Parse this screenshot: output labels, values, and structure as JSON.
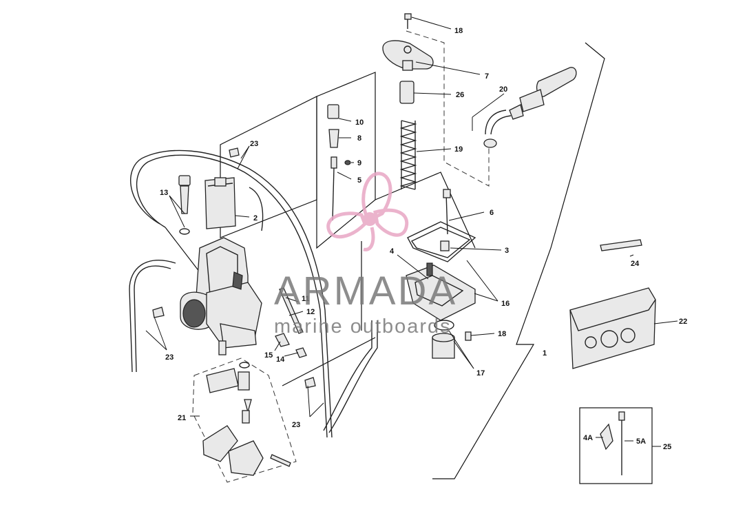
{
  "diagram": {
    "callouts": [
      {
        "id": "c18a",
        "text": "18"
      },
      {
        "id": "c7",
        "text": "7"
      },
      {
        "id": "c26",
        "text": "26"
      },
      {
        "id": "c20",
        "text": "20"
      },
      {
        "id": "c10",
        "text": "10"
      },
      {
        "id": "c8",
        "text": "8"
      },
      {
        "id": "c9",
        "text": "9"
      },
      {
        "id": "c5",
        "text": "5"
      },
      {
        "id": "c19",
        "text": "19"
      },
      {
        "id": "c23a",
        "text": "23"
      },
      {
        "id": "c13",
        "text": "13"
      },
      {
        "id": "c2",
        "text": "2"
      },
      {
        "id": "c6",
        "text": "6"
      },
      {
        "id": "c3",
        "text": "3"
      },
      {
        "id": "c4",
        "text": "4"
      },
      {
        "id": "c24",
        "text": "24"
      },
      {
        "id": "c16",
        "text": "16"
      },
      {
        "id": "c11",
        "text": "11"
      },
      {
        "id": "c12",
        "text": "12"
      },
      {
        "id": "c22",
        "text": "22"
      },
      {
        "id": "c18b",
        "text": "18"
      },
      {
        "id": "c15",
        "text": "15"
      },
      {
        "id": "c14",
        "text": "14"
      },
      {
        "id": "c1",
        "text": "1"
      },
      {
        "id": "c17",
        "text": "17"
      },
      {
        "id": "c23b",
        "text": "23"
      },
      {
        "id": "c21",
        "text": "21"
      },
      {
        "id": "c23c",
        "text": "23"
      },
      {
        "id": "c4A",
        "text": "4A"
      },
      {
        "id": "c5A",
        "text": "5A"
      },
      {
        "id": "c25",
        "text": "25"
      }
    ]
  },
  "watermark": {
    "title": "ARMADA",
    "subtitle": "marine outboards",
    "logo_color": "#e8a6c4"
  }
}
